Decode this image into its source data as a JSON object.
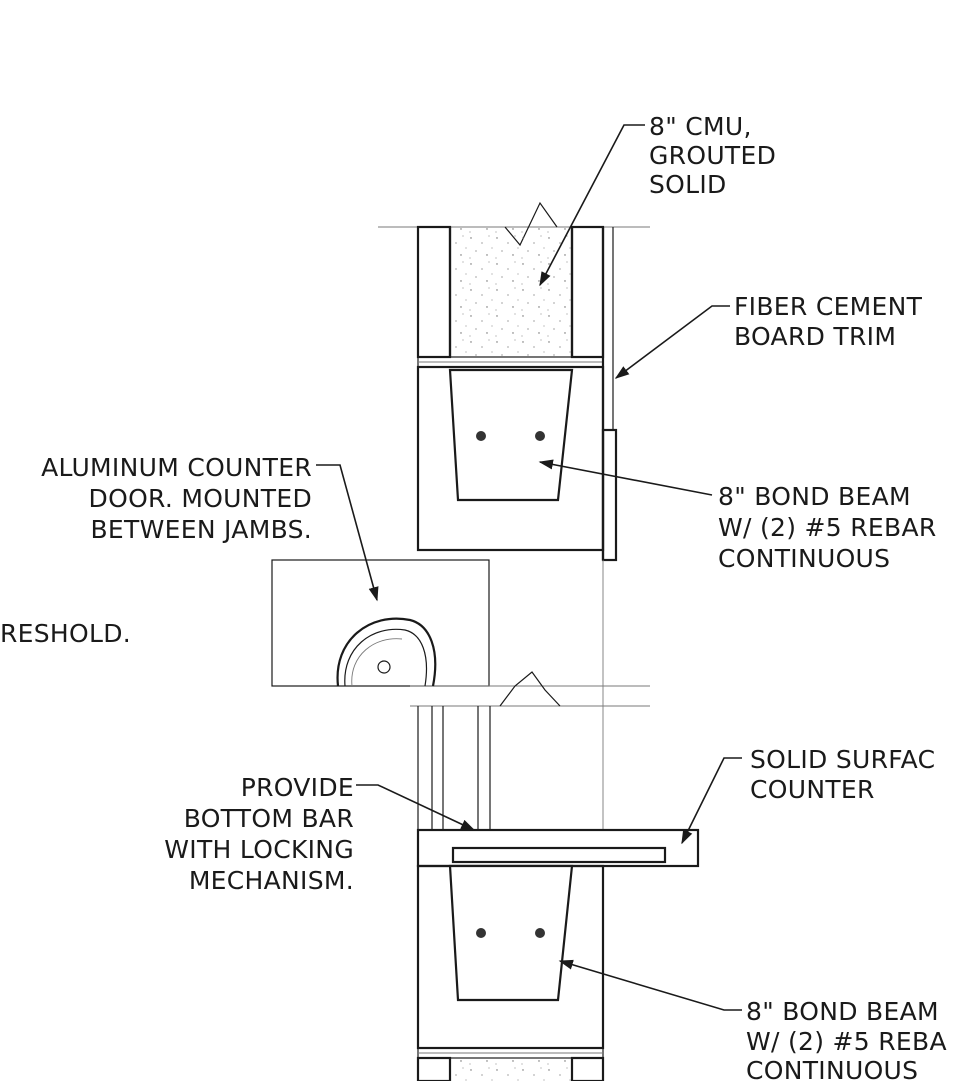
{
  "labels": {
    "cmu": [
      "8\" CMU,",
      "GROUTED",
      "SOLID"
    ],
    "fiber_cement": [
      "FIBER CEMENT",
      "BOARD TRIM"
    ],
    "counter_door": [
      "ALUMINUM COUNTER",
      "DOOR. MOUNTED",
      "BETWEEN JAMBS."
    ],
    "bond_beam_upper": [
      "8\" BOND BEAM",
      "W/ (2) #5 REBAR",
      "CONTINUOUS"
    ],
    "threshold": "RESHOLD.",
    "solid_surface": [
      "SOLID SURFAC",
      "COUNTER"
    ],
    "bottom_bar": [
      "PROVIDE",
      "BOTTOM BAR",
      "WITH LOCKING",
      "MECHANISM."
    ],
    "bond_beam_lower": [
      "8\" BOND BEAM",
      "W/ (2) #5 REBA",
      "CONTINUOUS"
    ]
  }
}
